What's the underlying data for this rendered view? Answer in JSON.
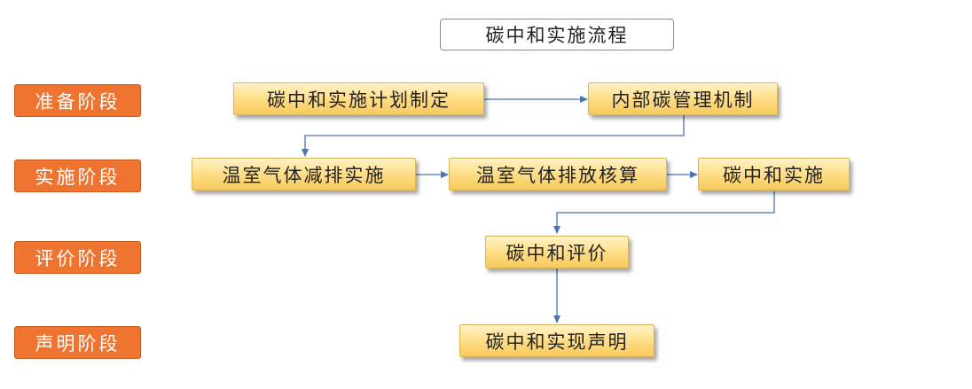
{
  "title": "碳中和实施流程",
  "stages": {
    "prepare": "准备阶段",
    "implement": "实施阶段",
    "evaluate": "评价阶段",
    "declare": "声明阶段"
  },
  "nodes": {
    "plan": "碳中和实施计划制定",
    "internal_mgmt": "内部碳管理机制",
    "ghg_reduction": "温室气体减排实施",
    "ghg_accounting": "温室气体排放核算",
    "cn_implement": "碳中和实施",
    "cn_evaluate": "碳中和评价",
    "cn_declare": "碳中和实现声明"
  },
  "colors": {
    "stage_fill": "#ef7430",
    "node_fill": "#ffe08d",
    "connector": "#4a74b5"
  }
}
